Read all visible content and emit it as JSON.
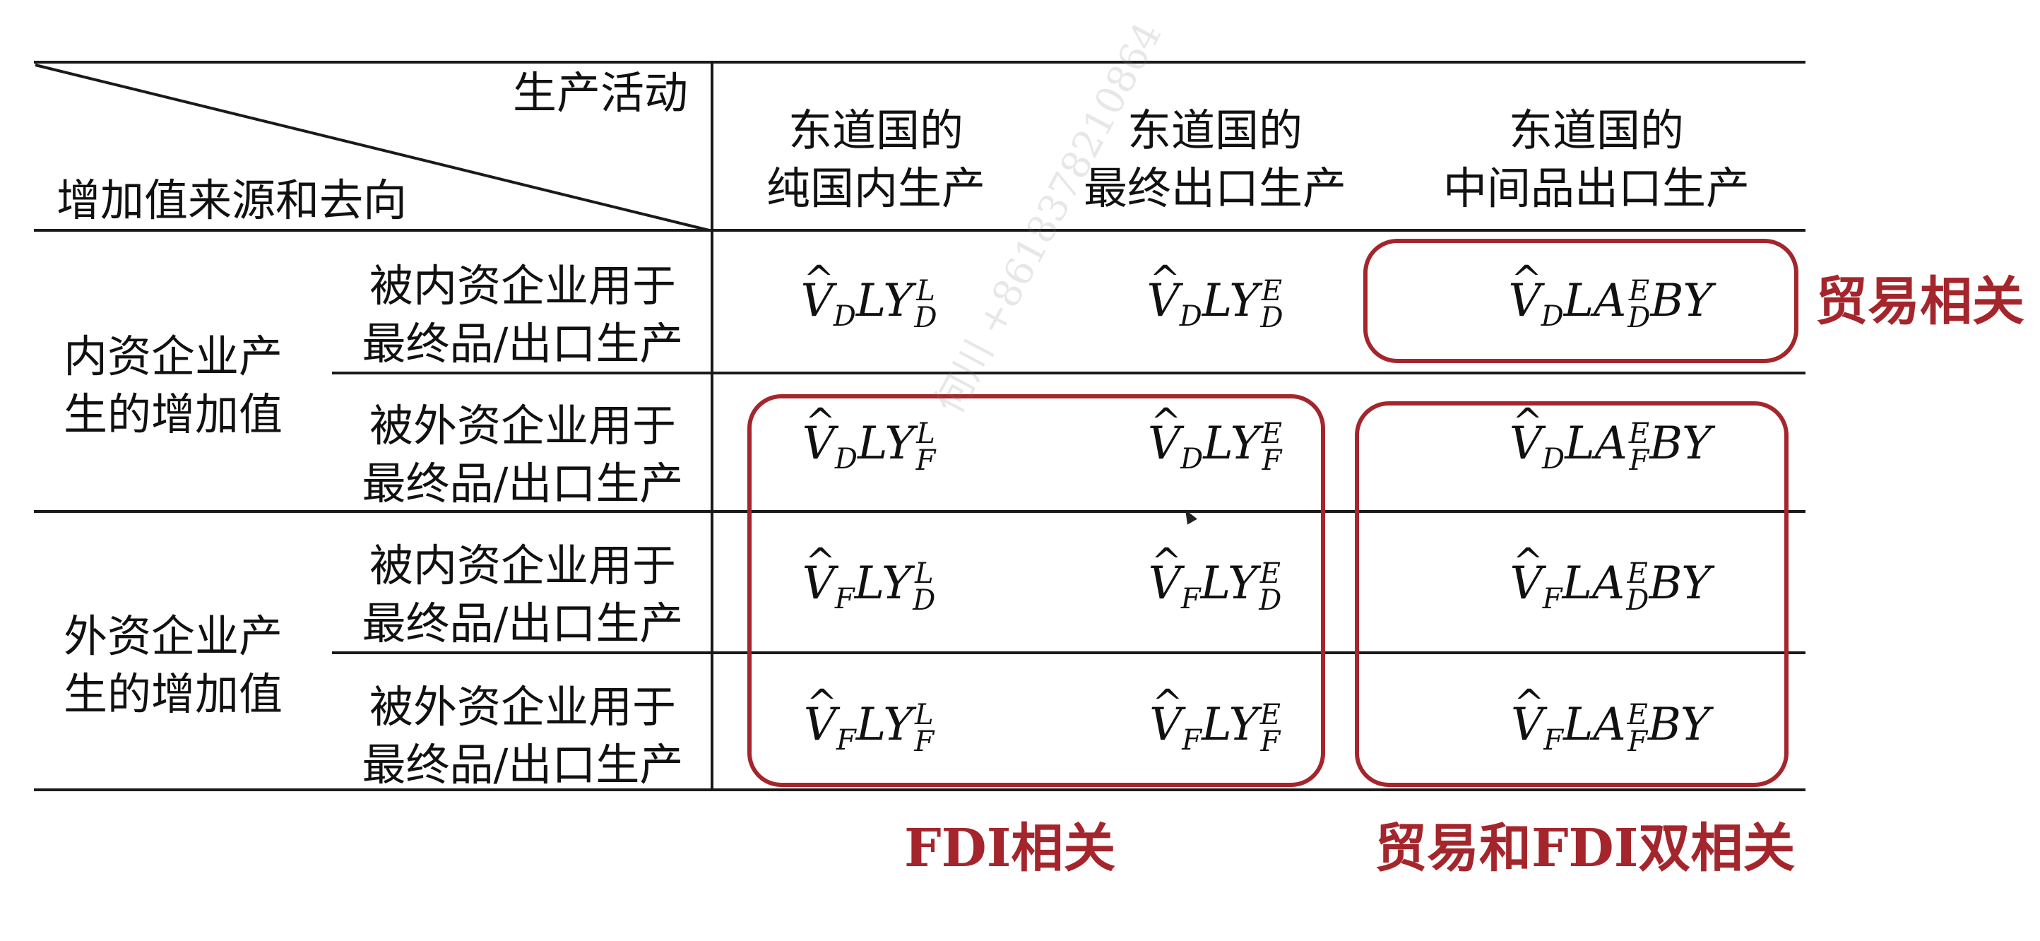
{
  "header": {
    "corner_top": "生产活动",
    "corner_bottom": "增加值来源和去向",
    "columns": [
      [
        "东道国的",
        "纯国内生产"
      ],
      [
        "东道国的",
        "最终出口生产"
      ],
      [
        "东道国的",
        "中间品出口生产"
      ]
    ]
  },
  "row_groups": [
    [
      "内资企业产",
      "生的增加值"
    ],
    [
      "外资企业产",
      "生的增加值"
    ]
  ],
  "row_labels": [
    [
      "被内资企业用于",
      "最终品/出口生产"
    ],
    [
      "被外资企业用于",
      "最终品/出口生产"
    ],
    [
      "被内资企业用于",
      "最终品/出口生产"
    ],
    [
      "被外资企业用于",
      "最终品/出口生产"
    ]
  ],
  "cells": [
    [
      {
        "v": "D",
        "mid": "LY",
        "sup": "L",
        "sub": "D"
      },
      {
        "v": "D",
        "mid": "LY",
        "sup": "E",
        "sub": "D"
      },
      {
        "v": "D",
        "mid": "LA",
        "sup": "E",
        "sub": "D",
        "tail": "BY"
      }
    ],
    [
      {
        "v": "D",
        "mid": "LY",
        "sup": "L",
        "sub": "F"
      },
      {
        "v": "D",
        "mid": "LY",
        "sup": "E",
        "sub": "F"
      },
      {
        "v": "D",
        "mid": "LA",
        "sup": "E",
        "sub": "F",
        "tail": "BY"
      }
    ],
    [
      {
        "v": "F",
        "mid": "LY",
        "sup": "L",
        "sub": "D"
      },
      {
        "v": "F",
        "mid": "LY",
        "sup": "E",
        "sub": "D"
      },
      {
        "v": "F",
        "mid": "LA",
        "sup": "E",
        "sub": "D",
        "tail": "BY"
      }
    ],
    [
      {
        "v": "F",
        "mid": "LY",
        "sup": "L",
        "sub": "F"
      },
      {
        "v": "F",
        "mid": "LY",
        "sup": "E",
        "sub": "F"
      },
      {
        "v": "F",
        "mid": "LA",
        "sup": "E",
        "sub": "F",
        "tail": "BY"
      }
    ]
  ],
  "annotations": {
    "trade": "贸易相关",
    "fdi": "FDI相关",
    "both": "贸易和FDI双相关"
  },
  "watermark": "何川 +8618378210864",
  "colors": {
    "accent": "#a4262c",
    "rule": "#1a1a1a"
  }
}
